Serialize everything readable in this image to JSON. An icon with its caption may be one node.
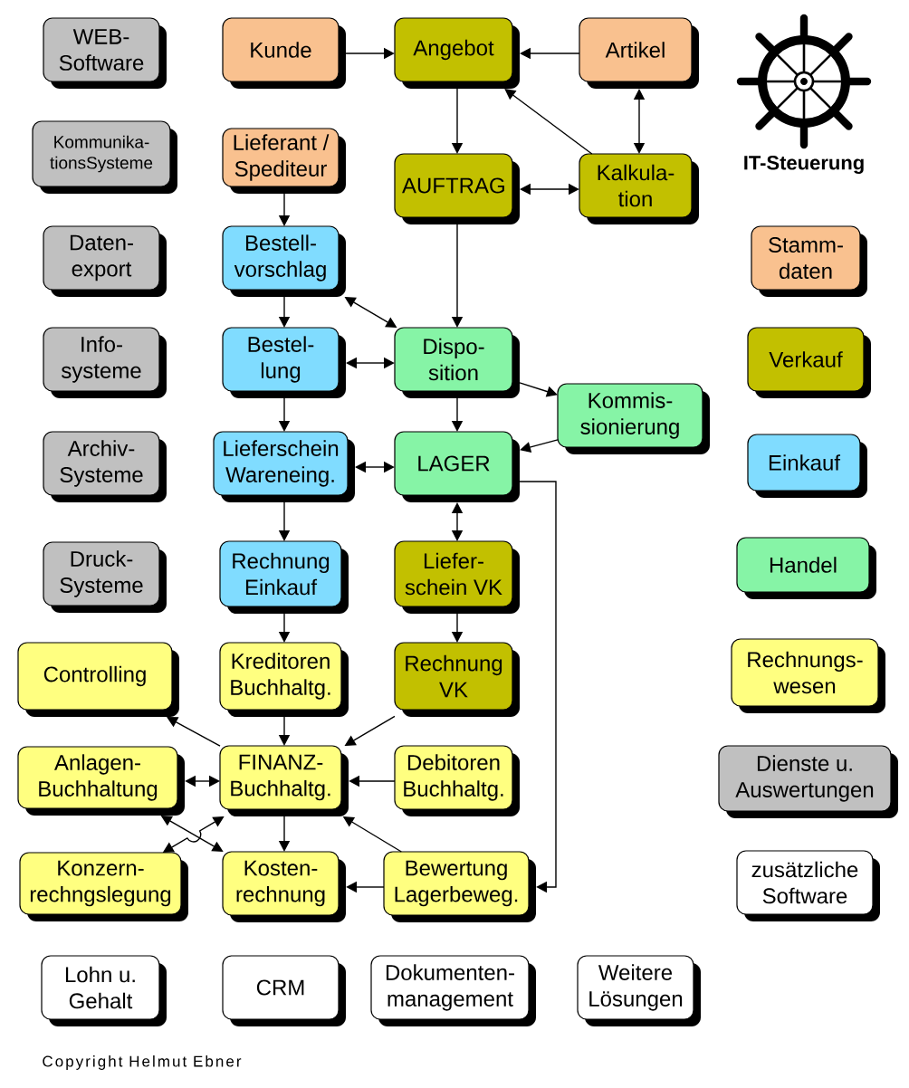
{
  "diagram": {
    "nodes": [
      {
        "text": [
          "WEB- Software"
        ]
      },
      {
        "text": [
          "Kunde"
        ]
      },
      {
        "text": [
          "Angebot"
        ]
      },
      {
        "text": [
          "Artikel"
        ]
      },
      {
        "text": [
          "Kommunika- tionsSysteme"
        ]
      },
      {
        "text": [
          "Lieferant / Spediteur"
        ]
      },
      {
        "text": [
          "AUFTRAG"
        ]
      },
      {
        "text": [
          "Kalkula- tion"
        ]
      },
      {
        "text": [
          "Daten- export"
        ]
      },
      {
        "text": [
          "Bestell- vorschlag"
        ]
      },
      {
        "text": [
          "Stamm- daten"
        ]
      },
      {
        "text": [
          "Info- systeme"
        ]
      },
      {
        "text": [
          "Bestel- lung"
        ]
      },
      {
        "text": [
          "Dispo- sition"
        ]
      },
      {
        "text": [
          "Kommis- sionierung"
        ]
      },
      {
        "text": [
          "Verkauf"
        ]
      },
      {
        "text": [
          "Archiv- Systeme"
        ]
      },
      {
        "text": [
          "Lieferschein Wareneing."
        ]
      },
      {
        "text": [
          "LAGER"
        ]
      },
      {
        "text": [
          "Einkauf"
        ]
      },
      {
        "text": [
          "Druck- Systeme"
        ]
      },
      {
        "text": [
          "Rechnung Einkauf"
        ]
      },
      {
        "text": [
          "Liefer- schein VK"
        ]
      },
      {
        "text": [
          "Handel"
        ]
      },
      {
        "text": [
          "Controlling"
        ]
      },
      {
        "text": [
          "Kreditoren Buchhaltg."
        ]
      },
      {
        "text": [
          "Rechnung VK"
        ]
      },
      {
        "text": [
          "Rechnungs- wesen"
        ]
      },
      {
        "text": [
          "Anlagen- Buchhaltung"
        ]
      },
      {
        "text": [
          "FINANZ- Buchhaltg."
        ]
      },
      {
        "text": [
          "Debitoren Buchhaltg."
        ]
      },
      {
        "text": [
          "Dienste u. Auswertungen"
        ]
      },
      {
        "text": [
          "Konzern- rechngslegung"
        ]
      },
      {
        "text": [
          "Kosten- rechnung"
        ]
      },
      {
        "text": [
          "Bewertung Lagerbeweg."
        ]
      },
      {
        "text": [
          "zusätzliche Software"
        ]
      },
      {
        "text": [
          "Lohn u. Gehalt"
        ]
      },
      {
        "text": [
          "CRM"
        ]
      },
      {
        "text": [
          "Dokumenten- management"
        ]
      },
      {
        "text": [
          "Weitere Lösungen"
        ]
      }
    ],
    "edges": [
      {
        "from": 1,
        "to": 2,
        "arrow": "to"
      },
      {
        "from": 3,
        "to": 2,
        "arrow": "to"
      },
      {
        "from": 3,
        "to": 7,
        "arrow": "both"
      },
      {
        "from": 7,
        "to": 2,
        "arrow": "to"
      },
      {
        "from": 2,
        "to": 6,
        "arrow": "to"
      },
      {
        "from": 6,
        "to": 7,
        "arrow": "both"
      },
      {
        "from": 6,
        "to": 13,
        "arrow": "to"
      },
      {
        "from": 5,
        "to": 9,
        "arrow": "to"
      },
      {
        "from": 9,
        "to": 12,
        "arrow": "to"
      },
      {
        "from": 9,
        "to": 13,
        "arrow": "both"
      },
      {
        "from": 12,
        "to": 13,
        "arrow": "both"
      },
      {
        "from": 13,
        "to": 14,
        "arrow": "to"
      },
      {
        "from": 14,
        "to": 18,
        "arrow": "to"
      },
      {
        "from": 13,
        "to": 18,
        "arrow": "to"
      },
      {
        "from": 12,
        "to": 17,
        "arrow": "to"
      },
      {
        "from": 17,
        "to": 18,
        "arrow": "both"
      },
      {
        "from": 17,
        "to": 21,
        "arrow": "to"
      },
      {
        "from": 21,
        "to": 25,
        "arrow": "to"
      },
      {
        "from": 25,
        "to": 29,
        "arrow": "to"
      },
      {
        "from": 18,
        "to": 22,
        "arrow": "both"
      },
      {
        "from": 22,
        "to": 26,
        "arrow": "to"
      },
      {
        "from": 26,
        "to": 29,
        "arrow": "to"
      },
      {
        "from": 29,
        "to": 24,
        "arrow": "to"
      },
      {
        "from": 28,
        "to": 29,
        "arrow": "both"
      },
      {
        "from": 30,
        "to": 29,
        "arrow": "to"
      },
      {
        "from": 29,
        "to": 33,
        "arrow": "to"
      },
      {
        "from": 34,
        "to": 29,
        "arrow": "to"
      },
      {
        "from": 34,
        "to": 33,
        "arrow": "to"
      },
      {
        "from": 28,
        "to": 33,
        "arrow": "both"
      },
      {
        "from": 29,
        "to": 32,
        "arrow": "both"
      },
      {
        "from": 18,
        "to": 34,
        "arrow": "to"
      }
    ],
    "labels": [
      "IT-Steuerung",
      "Copyright Helmut Ebner"
    ]
  }
}
